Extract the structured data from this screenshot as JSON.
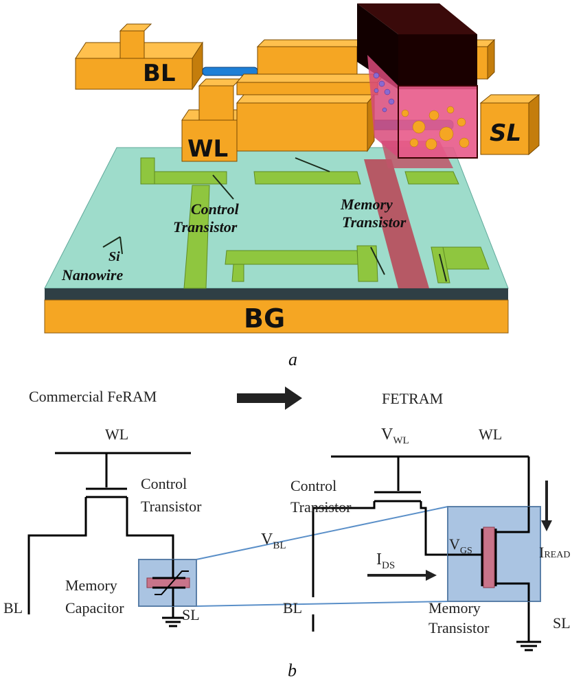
{
  "panel_a": {
    "caption": "a",
    "labels": {
      "bl": "BL",
      "wl": "WL",
      "sl": "SL",
      "bg": "BG",
      "control_transistor_line1": "Control",
      "control_transistor_line2": "Transistor",
      "memory_transistor_line1": "Memory",
      "memory_transistor_line2": "Transistor",
      "si": "Si",
      "nanowire": "Nanowire"
    },
    "colors": {
      "electrode": "#f5a623",
      "substrate_top": "#9edccb",
      "substrate_side": "#2f3f45",
      "green_trace": "#8fc63f",
      "memory_gate": "#b84a5a",
      "ferro_block": "#1a0000",
      "nanowire": "#1e7fd6"
    }
  },
  "panel_b": {
    "caption": "b",
    "left_title": "Commercial FeRAM",
    "right_title": "FETRAM",
    "left": {
      "wl": "WL",
      "control_line1": "Control",
      "control_line2": "Transistor",
      "memory_line1": "Memory",
      "memory_line2": "Capacitor",
      "bl": "BL",
      "sl": "SL"
    },
    "right": {
      "v_wl_main": "V",
      "v_wl_sub": "WL",
      "wl": "WL",
      "control_line1": "Control",
      "control_line2": "Transistor",
      "v_bl_main": "V",
      "v_bl_sub": "BL",
      "i_ds_main": "I",
      "i_ds_sub": "DS",
      "v_gs_main": "V",
      "v_gs_sub": "GS",
      "i_read_main": "I",
      "i_read_sub": "READ",
      "bl": "BL",
      "memory_line1": "Memory",
      "memory_line2": "Transistor",
      "sl": "SL"
    },
    "colors": {
      "highlight_fill": "#aac4e2",
      "highlight_stroke": "#5a7fa8",
      "ferro_layer": "#c8748a",
      "arrow": "#222222"
    }
  }
}
